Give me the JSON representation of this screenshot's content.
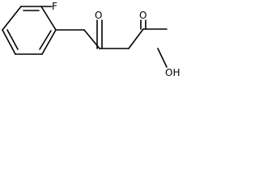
{
  "molecule": {
    "atoms": {
      "fluorine": "F",
      "ketone_oxygen": "O",
      "acid_oxygen": "O",
      "hydroxyl": "OH"
    }
  }
}
